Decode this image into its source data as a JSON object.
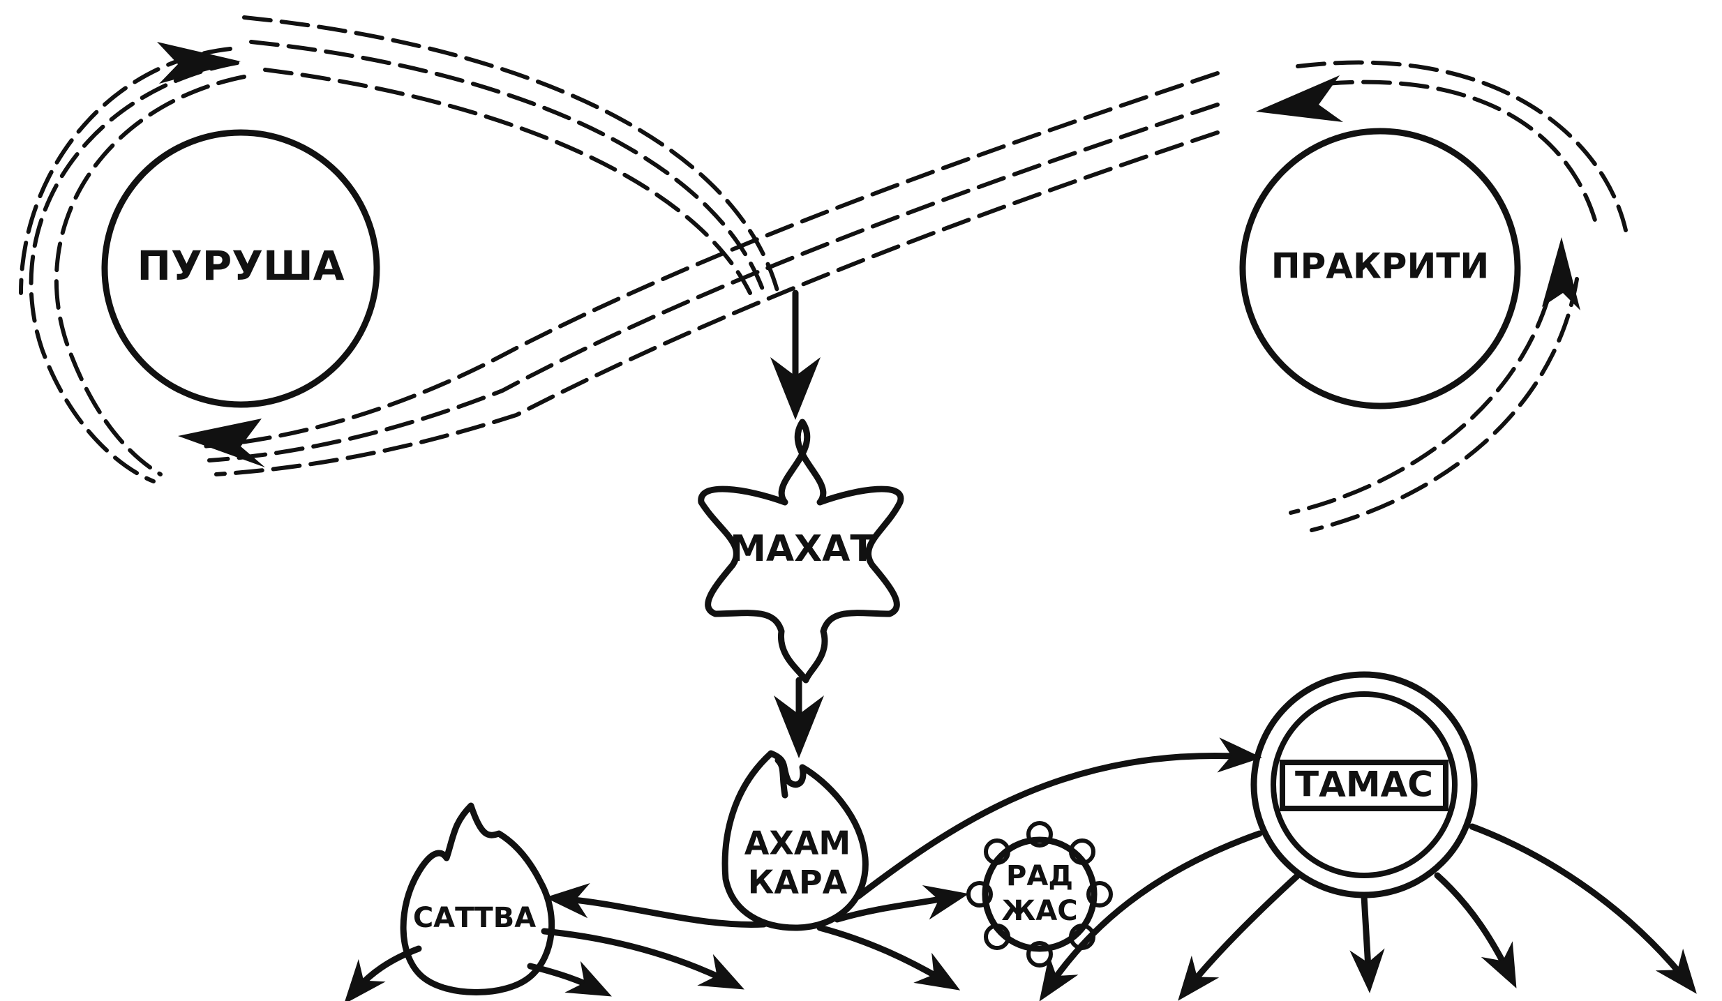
{
  "nodes": {
    "purusha": "ПУРУША",
    "prakriti": "ПРАКРИТИ",
    "mahat": "МАХАТ",
    "ahamkara_line1": "АХАМ",
    "ahamkara_line2": "КАРА",
    "sattva": "САТТВА",
    "rajas_line1": "РАД",
    "rajas_line2": "ЖАС",
    "tamas": "ТАМАС"
  },
  "colors": {
    "ink": "#111111",
    "paper": "#ffffff"
  }
}
